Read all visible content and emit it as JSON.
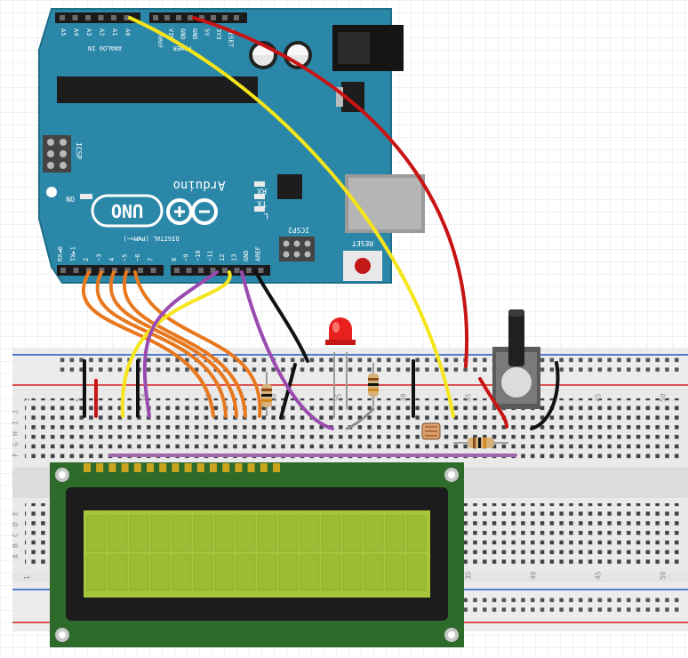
{
  "arduino": {
    "brand": "Arduino",
    "model": "UNO",
    "header_analog": [
      "A5",
      "A4",
      "A3",
      "A2",
      "A1",
      "A0"
    ],
    "label_analog_in": "ANALOG IN",
    "header_power": [
      "VIN",
      "GND",
      "GND",
      "5V",
      "3V3",
      "RESET"
    ],
    "label_power": "POWER",
    "label_ioref": "IOREF",
    "label_icsp": "ICSP",
    "label_icsp2": "ICSP2",
    "label_on": "ON",
    "led_labels": [
      "RX",
      "TX",
      "L"
    ],
    "label_reset": "RESET",
    "label_digital": "DIGITAL (PWM=~)",
    "header_digital": [
      "RX◄0",
      "TX►1",
      "2",
      "~3",
      "4",
      "~5",
      "~6",
      "7",
      "8",
      "~9",
      "~10",
      "~11",
      "12",
      "13",
      "GND",
      "AREF"
    ]
  },
  "breadboard": {
    "column_numbers": [
      "1",
      "5",
      "10",
      "15",
      "20",
      "25",
      "30",
      "35",
      "40",
      "45",
      "50"
    ],
    "row_letters_top": [
      "J",
      "I",
      "H",
      "G",
      "F"
    ],
    "row_letters_bottom": [
      "E",
      "D",
      "C",
      "B",
      "A"
    ]
  },
  "colors": {
    "board": "#2b87a8",
    "wire_orange": "#e8781e",
    "wire_yellow": "#f5e51a",
    "wire_red": "#c81414",
    "wire_purple": "#9b4bb0",
    "wire_black": "#111111",
    "wire_lcd": "#a066b0",
    "lcd_pcb": "#2e6b2a",
    "lcd_screen": "#a6c63c",
    "led": "#e8201e"
  }
}
